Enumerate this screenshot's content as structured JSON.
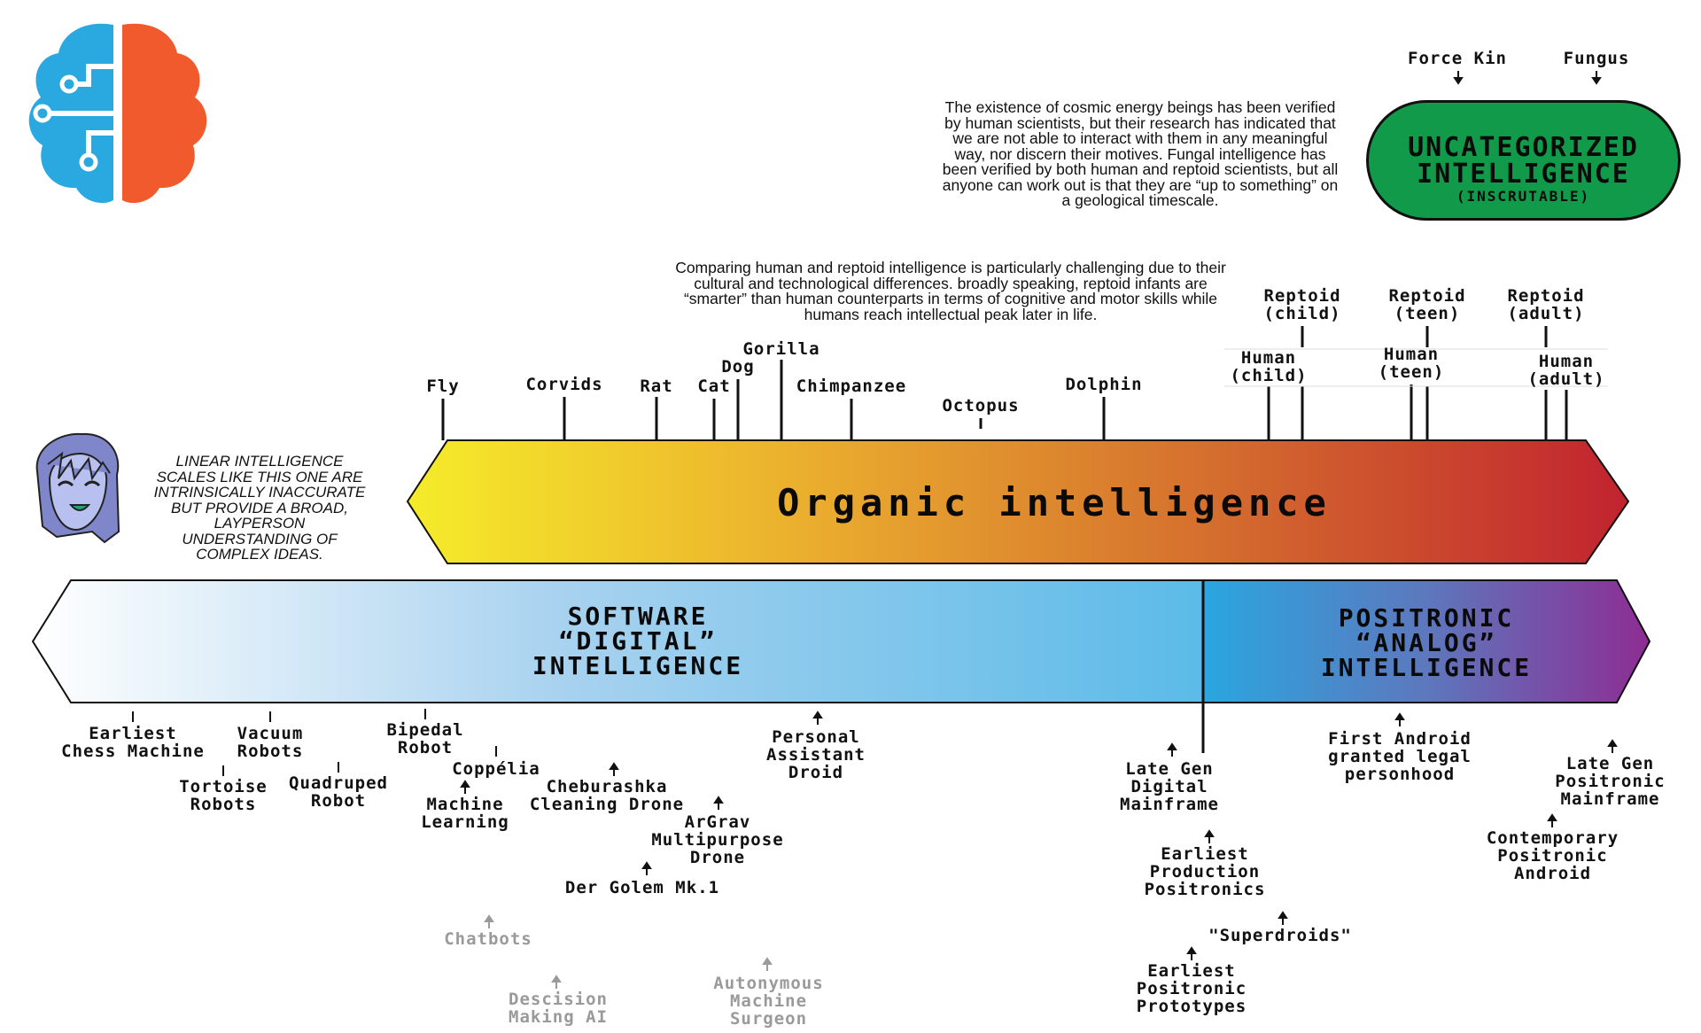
{
  "notes": {
    "cosmic": "The existence of cosmic energy beings has been verified by human scientists, but their research has indicated that we are not able to interact with them in any meaningful way, nor discern their motives. Fungal intelligence has been verified by both human and reptoid scientists, but all anyone can work out is that they are “up to something” on a geological timescale.",
    "reptoid": "Comparing human and reptoid intelligence is particularly challenging due to their cultural and technological differences. broadly speaking, reptoid infants are “smarter” than human counterparts in terms of cognitive and motor skills while humans reach intellectual peak later in life.",
    "caveat": "LINEAR INTELLIGENCE SCALES LIKE THIS ONE ARE INTRINSICALLY INACCURATE BUT PROVIDE A BROAD, LAYPERSON UNDERSTANDING OF COMPLEX IDEAS."
  },
  "uncategorized": {
    "title_line1": "UNCATEGORIZED",
    "title_line2": "INTELLIGENCE",
    "subtitle": "(INSCRUTABLE)",
    "force_kin": "Force Kin",
    "fungus": "Fungus",
    "color": "#109a4a"
  },
  "organic": {
    "title": "Organic intelligence",
    "gradient": [
      "#f5ec2a",
      "#ecb32e",
      "#d5702e",
      "#c1232f"
    ],
    "markers": {
      "fly": "Fly",
      "corvids": "Corvids",
      "rat": "Rat",
      "cat": "Cat",
      "dog": "Dog",
      "gorilla": "Gorilla",
      "chimpanzee": "Chimpanzee",
      "octopus": "Octopus",
      "dolphin": "Dolphin",
      "human_child": "Human\n(child)",
      "reptoid_child": "Reptoid\n(child)",
      "human_teen": "Human\n(teen)",
      "reptoid_teen": "Reptoid\n(teen)",
      "reptoid_adult": "Reptoid\n(adult)",
      "human_adult": "Human\n(adult)"
    }
  },
  "software": {
    "title": "SOFTWARE\n“DIGITAL”\nINTELLIGENCE",
    "gradient": [
      "#ffffff",
      "#a8d2ef",
      "#5bbbe8"
    ]
  },
  "positronic": {
    "title": "POSITRONIC\n“ANALOG”\nINTELLIGENCE",
    "gradient": [
      "#2aa6e0",
      "#5d78bd",
      "#8e2c93"
    ]
  },
  "machine_markers": {
    "earliest_chess": "Earliest\nChess Machine",
    "vacuum": "Vacuum\nRobots",
    "tortoise": "Tortoise\nRobots",
    "quadruped": "Quadruped\nRobot",
    "bipedal": "Bipedal\nRobot",
    "coppelia": "Coppélia",
    "machine_learning": "Machine\nLearning",
    "cheburashka": "Cheburashka\nCleaning Drone",
    "argrav": "ArGrav\nMultipurpose\nDrone",
    "golem": "Der Golem Mk.1",
    "personal_assistant": "Personal\nAssistant\nDroid",
    "chatbots": "Chatbots",
    "decision_ai": "Descision\nMaking AI",
    "surgeon": "Autonymous\nMachine\nSurgeon",
    "late_gen_digital": "Late Gen\nDigital\nMainframe",
    "earliest_production": "Earliest\nProduction\nPositronics",
    "superdroids": "\"Superdroids\"",
    "earliest_prototypes": "Earliest\nPositronic\nPrototypes",
    "first_android": "First Android\ngranted legal\npersonhood",
    "late_gen_positronic": "Late Gen\nPositronic\nMainframe",
    "contemporary_positronic": "Contemporary\nPositronic\nAndroid"
  },
  "logo": {
    "left_color": "#2aa8e0",
    "right_color": "#f05a2c",
    "icon": "brain-circuit-logo"
  },
  "avatar": {
    "icon": "smiling-girl-avatar",
    "hair_color": "#7f86c9"
  }
}
